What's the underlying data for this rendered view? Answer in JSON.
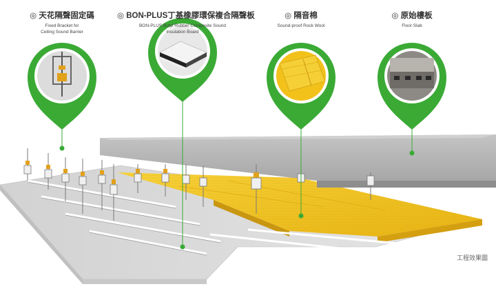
{
  "labels": [
    {
      "zh": "◎ 天花隔聲固定碼",
      "en": "Fixed Bracket for\nCeiling Sound Barrier",
      "icon": "fixed-bracket-icon"
    },
    {
      "zh": "◎ BON-PLUS丁基橡膠環保複合隔聲板",
      "en": "BON-PLUS Butyl Rubber Composite Sound\nInsulation Board",
      "icon": "composite-board-icon"
    },
    {
      "zh": "◎ 隔音棉",
      "en": "Sound-proof Rock Wool",
      "icon": "rock-wool-icon"
    },
    {
      "zh": "◎ 原始樓板",
      "en": "Floor Slab",
      "icon": "floor-slab-icon"
    }
  ],
  "caption": "工程效果圖",
  "colors": {
    "accent": "#3aaa35",
    "wool": "#f2c21b",
    "slab": "#a9a9a9",
    "board": "#dcdcdc"
  }
}
